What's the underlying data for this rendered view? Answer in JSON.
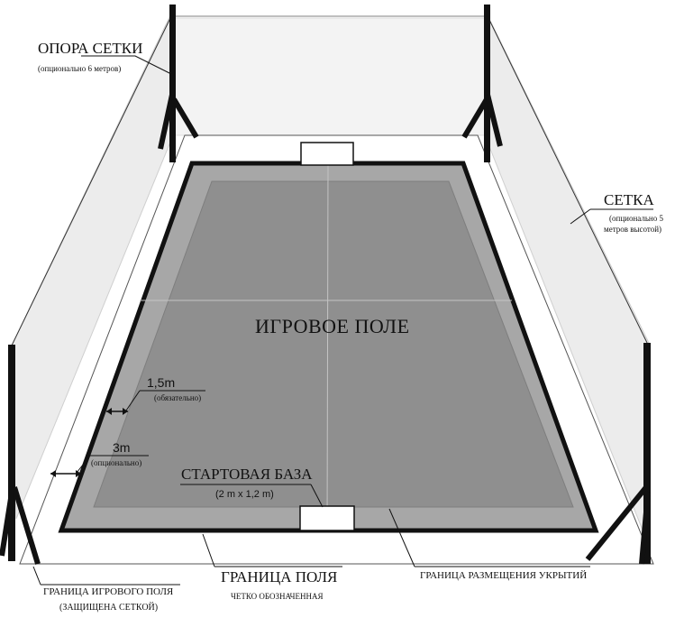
{
  "colors": {
    "background": "#ffffff",
    "net_fill": "#ececec",
    "field_dark": "#a7a7a7",
    "field_inner": "#8e8e8e",
    "outline": "#111111",
    "grid_line": "#bdbdbd"
  },
  "labels": {
    "net_pole": "ОПОРА СЕТКИ",
    "net_pole_note": "(опционально 6 метров)",
    "net": "СЕТКА",
    "net_note_line1": "(опционально 5",
    "net_note_line2": "метров высотой)",
    "playing_field": "ИГРОВОЕ ПОЛЕ",
    "dim_inner": "1,5m",
    "dim_inner_note": "(обязательно)",
    "dim_outer": "3m",
    "dim_outer_note": "(опционально)",
    "start_base": "СТАРТОВАЯ БАЗА",
    "start_base_size": "(2 m x 1,2 m)",
    "field_boundary": "ГРАНИЦА ПОЛЯ",
    "field_boundary_note": "ЧЕТКО ОБОЗНАЧЕННАЯ",
    "game_boundary": "ГРАНИЦА ИГРОВОГО ПОЛЯ",
    "game_boundary_note": "(ЗАЩИЩЕНА СЕТКОЙ)",
    "cover_boundary": "ГРАНИЦА РАЗМЕЩЕНИЯ УКРЫТИЙ"
  }
}
